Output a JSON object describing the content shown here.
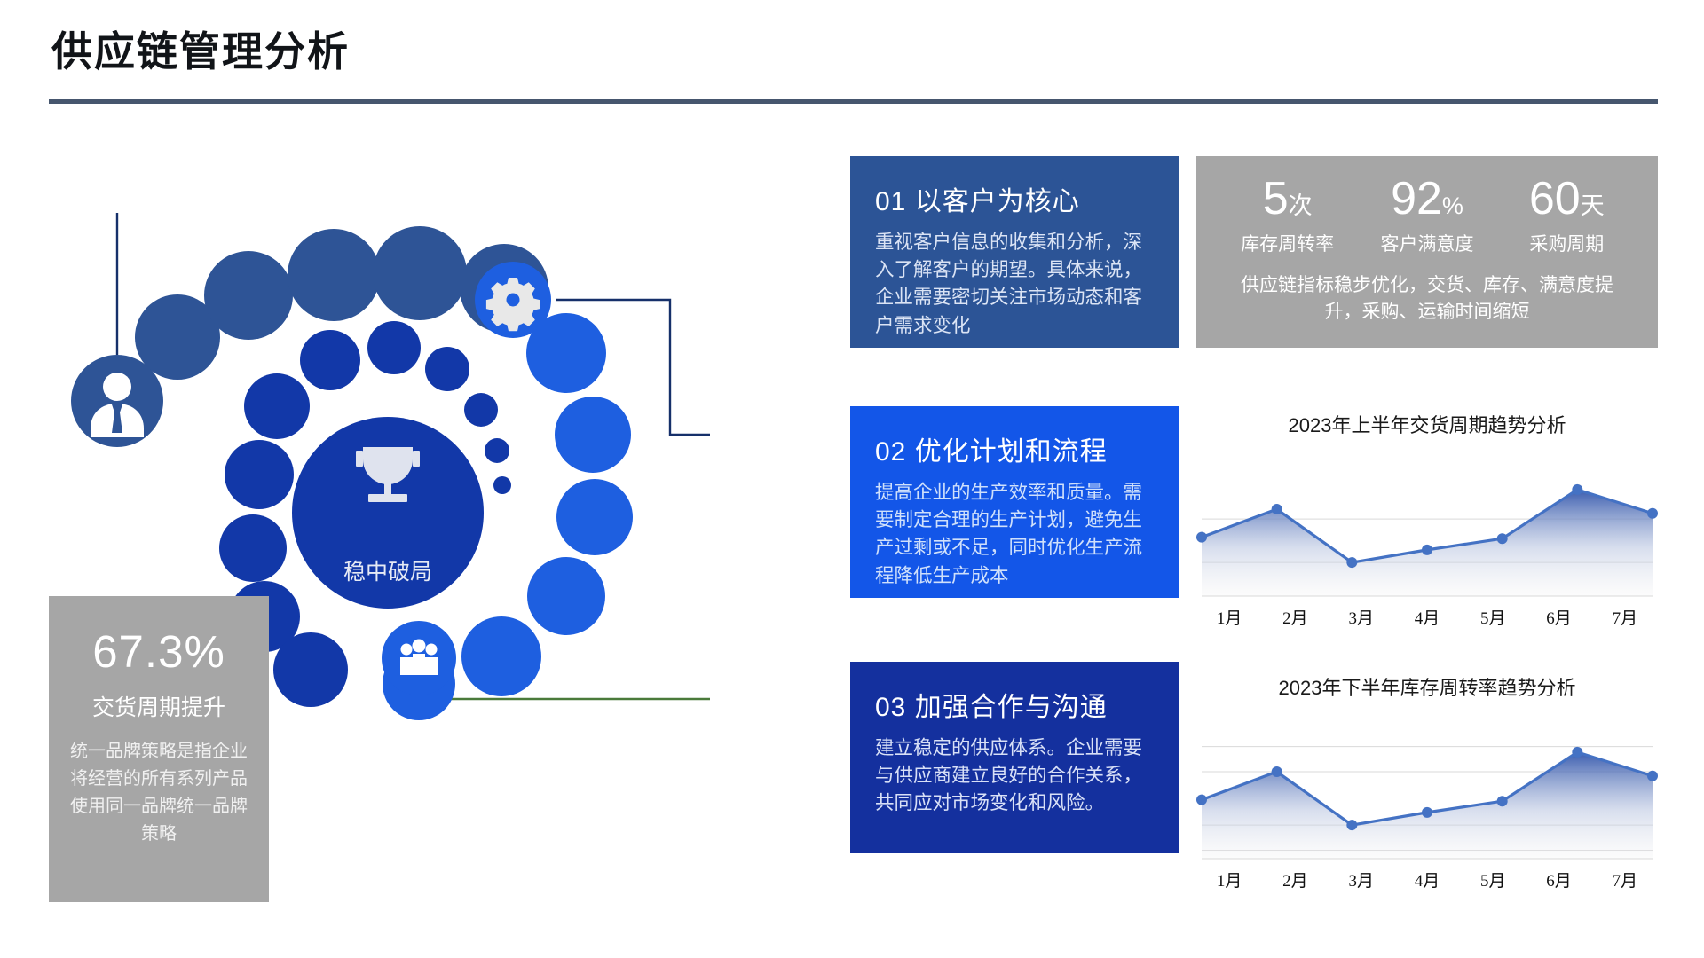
{
  "header": {
    "title": "供应链管理分析"
  },
  "diagram": {
    "center_label": "稳中破局",
    "center_icon": "trophy-icon",
    "node_icons": [
      "person-icon",
      "gear-icon",
      "people-group-icon"
    ]
  },
  "kpi_left": {
    "value": "67.3%",
    "label": "交货周期提升",
    "description": "统一品牌策略是指企业将经营的所有系列产品使用同一品牌统一品牌策略"
  },
  "cards": [
    {
      "number": "01",
      "title": "以客户为核心",
      "body": "重视客户信息的收集和分析，深入了解客户的期望。具体来说，企业需要密切关注市场动态和客户需求变化",
      "color": "#2c5496"
    },
    {
      "number": "02",
      "title": "优化计划和流程",
      "body": "提高企业的生产效率和质量。需要制定合理的生产计划，避免生产过剩或不足，同时优化生产流程降低生产成本",
      "color": "#1356e8"
    },
    {
      "number": "03",
      "title": "加强合作与沟通",
      "body": "建立稳定的供应体系。企业需要与供应商建立良好的合作关系，共同应对市场变化和风险。",
      "color": "#14309e"
    }
  ],
  "stats_panel": {
    "items": [
      {
        "value": "5",
        "unit": "次",
        "label": "库存周转率"
      },
      {
        "value": "92",
        "unit": "%",
        "label": "客户满意度"
      },
      {
        "value": "60",
        "unit": "天",
        "label": "采购周期"
      }
    ],
    "description": "供应链指标稳步优化，交货、库存、满意度提升，采购、运输时间缩短"
  },
  "chart_data": [
    {
      "type": "area",
      "title": "2023年上半年交货周期趋势分析",
      "categories": [
        "1月",
        "2月",
        "3月",
        "4月",
        "5月",
        "6月",
        "7月"
      ],
      "values": [
        42,
        62,
        24,
        33,
        41,
        76,
        59
      ],
      "xlabel": "",
      "ylabel": "",
      "ylim": [
        0,
        100
      ],
      "grid": true,
      "gridlines": [
        24,
        55,
        0
      ],
      "legend": "none",
      "series_color": "#4472c4"
    },
    {
      "type": "area",
      "title": "2023年下半年库存周转率趋势分析",
      "categories": [
        "1月",
        "2月",
        "3月",
        "4月",
        "5月",
        "6月",
        "7月"
      ],
      "values": [
        42,
        62,
        24,
        33,
        41,
        76,
        59
      ],
      "xlabel": "",
      "ylabel": "",
      "ylim": [
        0,
        100
      ],
      "grid": true,
      "gridlines": [
        80,
        62,
        24,
        6,
        0
      ],
      "legend": "none",
      "series_color": "#4472c4"
    }
  ],
  "colors": {
    "accent_dark": "#14309e",
    "accent_bright": "#1356e8",
    "accent_muted": "#2c5496",
    "gray_panel": "#a6a6a6",
    "rule": "#46566e",
    "connector_navy": "#16306a",
    "connector_green": "#4a7a3a"
  }
}
